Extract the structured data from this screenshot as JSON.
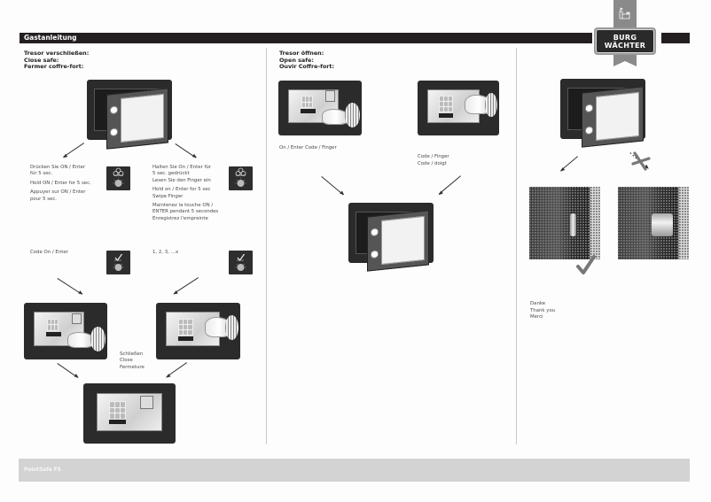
{
  "header": {
    "title": "Gastanleitung",
    "brand": {
      "line1": "BURG",
      "line2": "WÄCHTER"
    }
  },
  "close_section": {
    "heading": [
      "Tresor verschließen:",
      "Close safe:",
      "Fermer coffre-fort:"
    ],
    "step_left": {
      "lines": [
        "Drücken Sie ON / Enter",
        "für 5 sec."
      ],
      "en": "Hold ON / Enter for 5 sec.",
      "fr": [
        "Appuyer sur ON / Enter",
        "pour 5 sec."
      ],
      "icon": "fingerprint-scan-icon"
    },
    "step_right": {
      "de": [
        "Halten Sie On / Enter für",
        "5 sec. gedrückt",
        "Lesen Sie den Finger ein"
      ],
      "en": [
        "Hold on / Enter for 5 sec",
        "Swipe Finger"
      ],
      "fr": [
        "Maintenez la touche ON /",
        "ENTER pendant 5 secondes",
        "Enregistrez l'empreinte"
      ],
      "icon": "fingerprint-scan-icon"
    },
    "code_left": {
      "label": "Code On / Enter",
      "icon": "check-confirm-icon"
    },
    "code_right": {
      "label": "1, 2, 3, …x",
      "icon": "check-confirm-icon"
    },
    "close_label": [
      "Schließen",
      "Close",
      "Fermeture"
    ]
  },
  "open_section": {
    "heading": [
      "Tresor öffnen:",
      "Open safe:",
      "Ouvir Coffre-fort:"
    ],
    "caption_left": "On / Enter Code / Finger",
    "caption_right": [
      "Code / Finger",
      "Code / doigt"
    ]
  },
  "bolt_section": {
    "thanks": [
      "Danke",
      "Thank you",
      "Merci"
    ],
    "correct_icon": "checkmark-icon",
    "wrong_icon": "cross-icon"
  },
  "footer": {
    "product": "PointSafe FS"
  }
}
